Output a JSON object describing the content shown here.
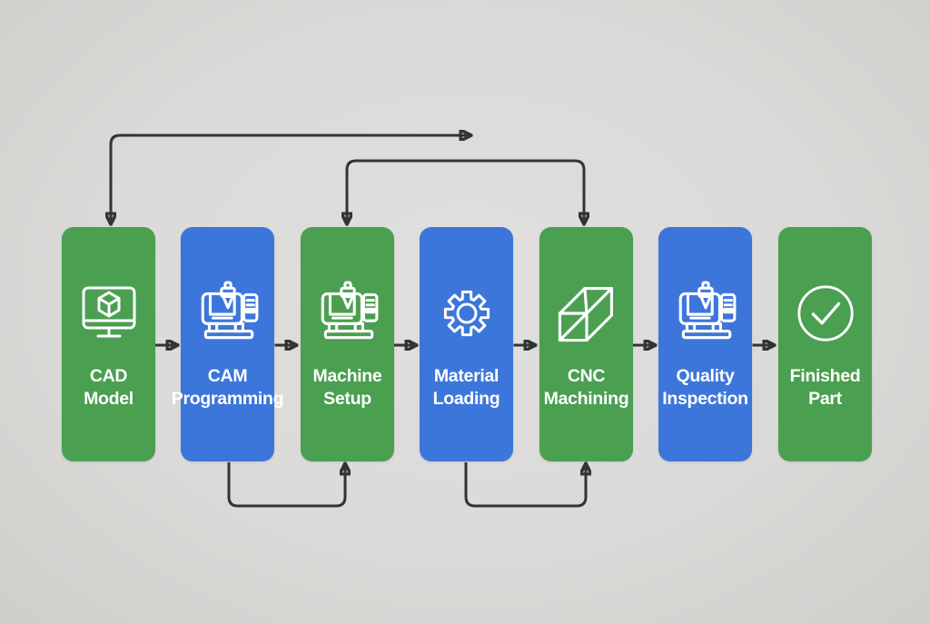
{
  "colors": {
    "green": "#4a9f51",
    "blue": "#3d76da",
    "background": "#dcdbd9",
    "arrow": "#333333",
    "icon_stroke": "#ffffff",
    "label_text": "#ffffff"
  },
  "nodes": [
    {
      "id": "cad-model",
      "label": "CAD\nModel",
      "color": "#4a9f51",
      "icon": "monitor-cube-icon"
    },
    {
      "id": "cam-programming",
      "label": "CAM\nProgramming",
      "color": "#3d76da",
      "icon": "cnc-machine-icon"
    },
    {
      "id": "machine-setup",
      "label": "Machine\nSetup",
      "color": "#4a9f51",
      "icon": "cnc-machine-icon"
    },
    {
      "id": "material-loading",
      "label": "Material\nLoading",
      "color": "#3d76da",
      "icon": "gear-icon"
    },
    {
      "id": "cnc-machining",
      "label": "CNC\nMachining",
      "color": "#4a9f51",
      "icon": "metal-block-icon"
    },
    {
      "id": "quality-inspection",
      "label": "Quality\nInspection",
      "color": "#3d76da",
      "icon": "cnc-machine-icon"
    },
    {
      "id": "finished-part",
      "label": "Finished\nPart",
      "color": "#4a9f51",
      "icon": "check-circle-icon"
    }
  ],
  "arrows": {
    "sequence": [
      {
        "from": "CAD Model",
        "to": "CAM Programming"
      },
      {
        "from": "CAM Programming",
        "to": "Machine Setup"
      },
      {
        "from": "Machine Setup",
        "to": "Material Loading"
      },
      {
        "from": "Material Loading",
        "to": "CNC Machining"
      },
      {
        "from": "CNC Machining",
        "to": "Quality Inspection"
      },
      {
        "from": "Quality Inspection",
        "to": "Finished Part"
      }
    ],
    "top_routes": [
      {
        "description": "elbow route with down-arrow into CAD Model top and right-arrow toward center top"
      },
      {
        "description": "elbow route linking Machine Setup top and CNC Machining top, down-arrows at both ends"
      }
    ],
    "bottom_loops": [
      {
        "from": "CAM Programming bottom",
        "to": "Machine Setup bottom"
      },
      {
        "from": "Material Loading bottom",
        "to": "CNC Machining bottom"
      }
    ]
  }
}
